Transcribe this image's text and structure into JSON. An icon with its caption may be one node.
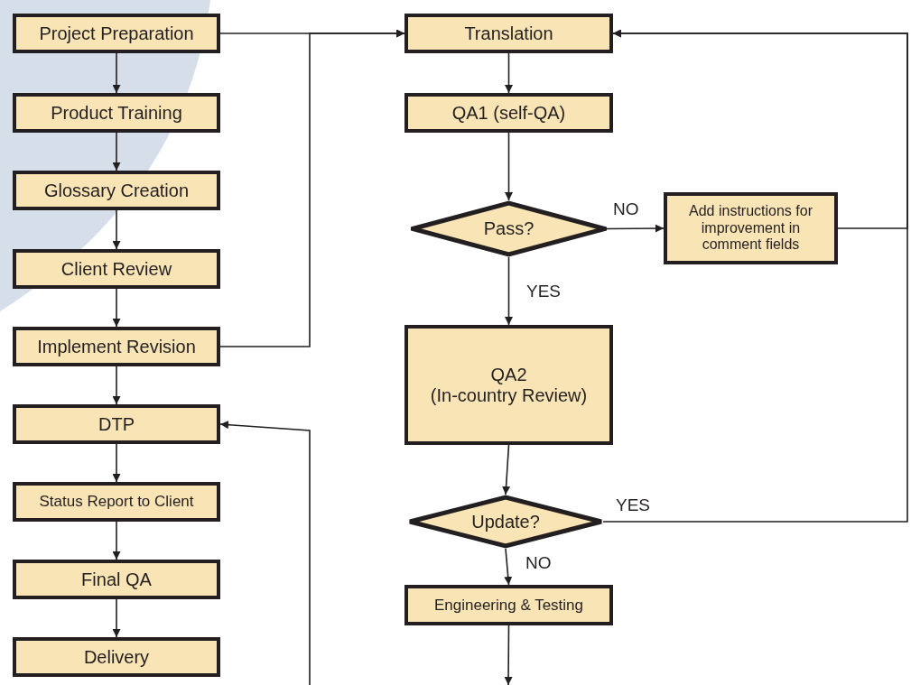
{
  "diagram": {
    "nodes": [
      {
        "text": [
          "Project Preparation"
        ]
      },
      {
        "text": [
          "Product Training"
        ]
      },
      {
        "text": [
          "Glossary Creation"
        ]
      },
      {
        "text": [
          "Client Review"
        ]
      },
      {
        "text": [
          "Implement Revision"
        ]
      },
      {
        "text": [
          "DTP"
        ]
      },
      {
        "text": [
          "Status Report to Client"
        ]
      },
      {
        "text": [
          "Final QA"
        ]
      },
      {
        "text": [
          "Delivery"
        ]
      },
      {
        "text": [
          "Translation"
        ]
      },
      {
        "text": [
          "QA1 (self-QA)"
        ]
      },
      {
        "text": [
          "Pass?"
        ]
      },
      {
        "text": [
          "Add instructions for improvement in comment fields"
        ]
      },
      {
        "text": [
          "QA2",
          "(In-country Review)"
        ]
      },
      {
        "text": [
          "Update?"
        ]
      },
      {
        "text": [
          "Engineering & Testing"
        ]
      }
    ],
    "edges": [
      {
        "from": 0,
        "to": 1,
        "arrow": "to"
      },
      {
        "from": 1,
        "to": 2,
        "arrow": "to"
      },
      {
        "from": 2,
        "to": 3,
        "arrow": "to"
      },
      {
        "from": 3,
        "to": 4,
        "arrow": "to"
      },
      {
        "from": 4,
        "to": 5,
        "arrow": "to"
      },
      {
        "from": 5,
        "to": 6,
        "arrow": "to"
      },
      {
        "from": 6,
        "to": 7,
        "arrow": "to"
      },
      {
        "from": 7,
        "to": 8,
        "arrow": "to"
      },
      {
        "from": 0,
        "to": 9,
        "arrow": "to"
      },
      {
        "from": 4,
        "to": 9,
        "arrow": "to"
      },
      {
        "from": 9,
        "to": 10,
        "arrow": "to"
      },
      {
        "from": 10,
        "to": 11,
        "arrow": "to"
      },
      {
        "from": 11,
        "to": 12,
        "label": "NO",
        "arrow": "to"
      },
      {
        "from": 11,
        "to": 13,
        "label": "YES",
        "arrow": "to"
      },
      {
        "from": 13,
        "to": 14,
        "arrow": "to"
      },
      {
        "from": 14,
        "to": 9,
        "label": "YES",
        "arrow": "to"
      },
      {
        "from": 12,
        "to": 9,
        "arrow": "to"
      },
      {
        "from": 14,
        "to": 15,
        "label": "NO",
        "arrow": "to"
      },
      {
        "from": 15,
        "to": null,
        "arrow": "to"
      },
      {
        "from": null,
        "to": 5,
        "arrow": "to"
      }
    ]
  }
}
